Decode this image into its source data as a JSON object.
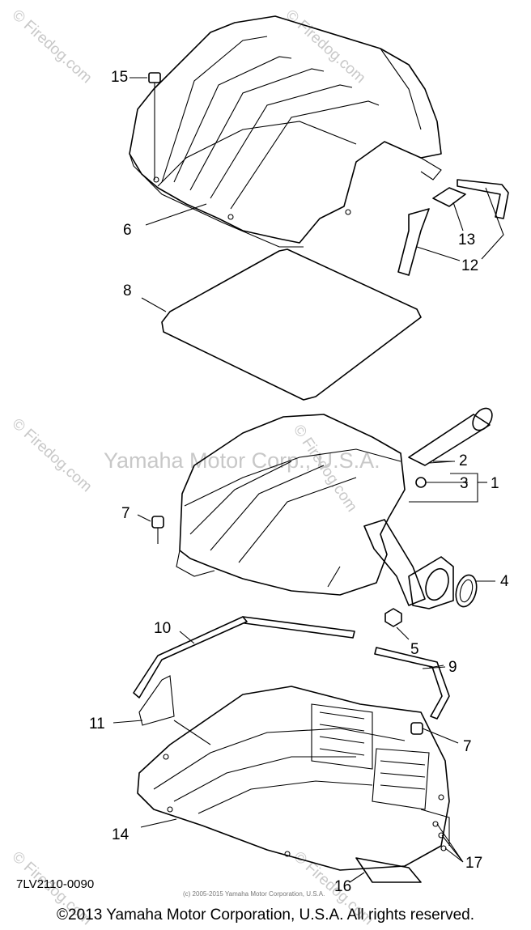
{
  "diagram": {
    "part_code": "7LV2110-0090",
    "small_copyright": "(c) 2005-2015 Yamaha Motor Corporation, U.S.A.",
    "watermark_center": "Yamaha Motor Corp., U.S.A.",
    "watermark_brand": "© Firedog.com",
    "callouts": [
      {
        "id": "c15",
        "label": "15"
      },
      {
        "id": "c6",
        "label": "6"
      },
      {
        "id": "c13",
        "label": "13"
      },
      {
        "id": "c12",
        "label": "12"
      },
      {
        "id": "c8",
        "label": "8"
      },
      {
        "id": "c2",
        "label": "2"
      },
      {
        "id": "c3",
        "label": "3"
      },
      {
        "id": "c1",
        "label": "1"
      },
      {
        "id": "c7a",
        "label": "7"
      },
      {
        "id": "c4",
        "label": "4"
      },
      {
        "id": "c5",
        "label": "5"
      },
      {
        "id": "c10",
        "label": "10"
      },
      {
        "id": "c9",
        "label": "9"
      },
      {
        "id": "c11",
        "label": "11"
      },
      {
        "id": "c7b",
        "label": "7"
      },
      {
        "id": "c14",
        "label": "14"
      },
      {
        "id": "c17",
        "label": "17"
      },
      {
        "id": "c16",
        "label": "16"
      }
    ]
  },
  "footer": {
    "copyright": "©2013 Yamaha Motor Corporation, U.S.A. All rights reserved."
  }
}
